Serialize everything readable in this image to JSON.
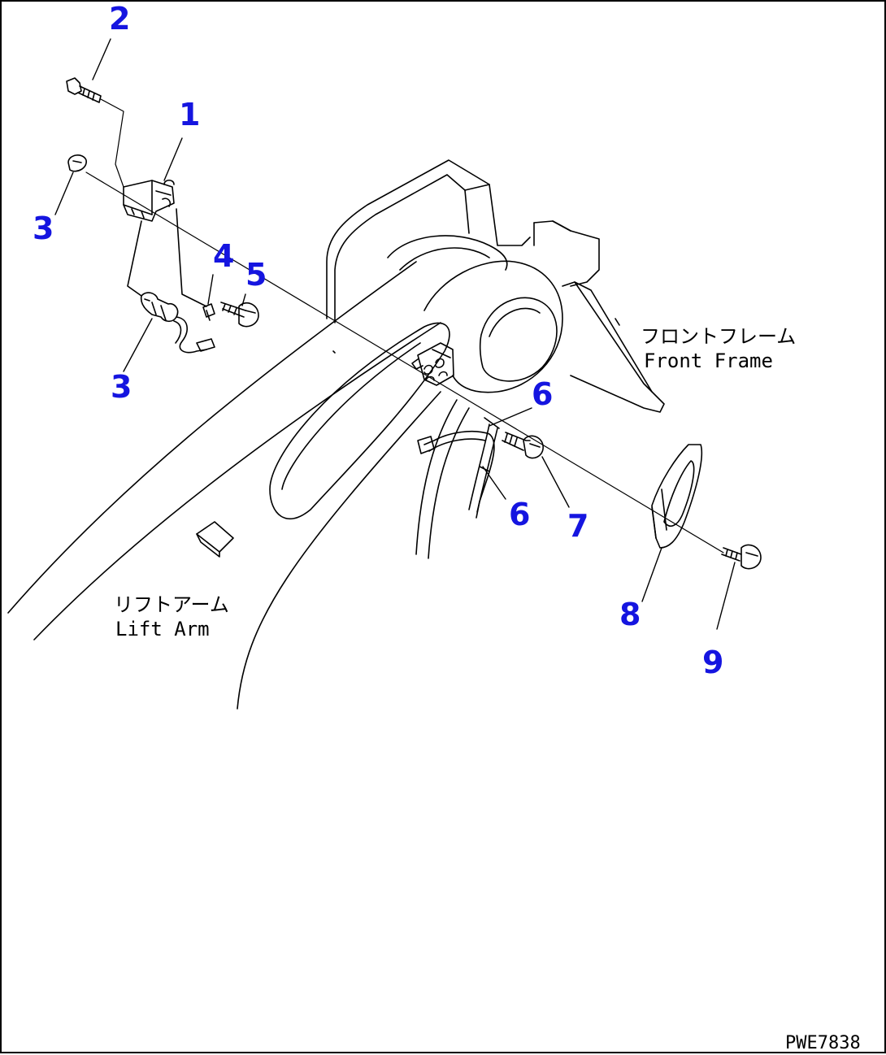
{
  "colors": {
    "line": "#000000",
    "callout": "#1515e0",
    "background": "#ffffff"
  },
  "callouts": {
    "c1": "1",
    "c2": "2",
    "c3a": "3",
    "c3b": "3",
    "c4": "4",
    "c5": "5",
    "c6a": "6",
    "c6b": "6",
    "c7": "7",
    "c8": "8",
    "c9": "9"
  },
  "labels": {
    "front_frame_jp": "フロントフレーム",
    "front_frame_en": "Front Frame",
    "lift_arm_jp": "リフトアーム",
    "lift_arm_en": "Lift Arm"
  },
  "drawing_code": "PWE7838"
}
